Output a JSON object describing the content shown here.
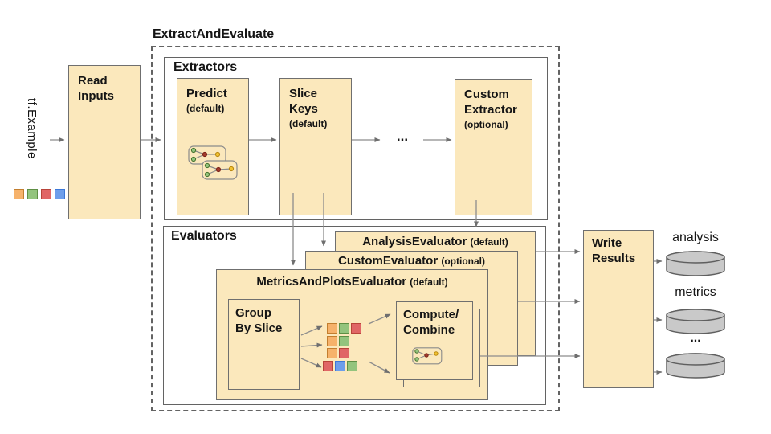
{
  "title": "ExtractAndEvaluate",
  "input": {
    "label": "tf.Example",
    "squares": [
      "orange",
      "green",
      "red",
      "blue"
    ]
  },
  "read_inputs": {
    "line1": "Read",
    "line2": "Inputs"
  },
  "extractors": {
    "label": "Extractors",
    "predict": {
      "name": "Predict",
      "qualifier": "(default)"
    },
    "slice_keys": {
      "line1": "Slice",
      "line2": "Keys",
      "qualifier": "(default)"
    },
    "ellipsis": "...",
    "custom": {
      "line1": "Custom",
      "line2": "Extractor",
      "qualifier": "(optional)"
    }
  },
  "evaluators": {
    "label": "Evaluators",
    "analysis": {
      "name": "AnalysisEvaluator",
      "qualifier": "(default)"
    },
    "custom": {
      "name": "CustomEvaluator",
      "qualifier": "(optional)"
    },
    "metrics_and_plots": {
      "name": "MetricsAndPlotsEvaluator",
      "qualifier": "(default)"
    },
    "group_by_slice": {
      "line1": "Group",
      "line2": "By Slice"
    },
    "slice_rows": [
      [
        "orange",
        "green",
        "red"
      ],
      [
        "orange",
        "green"
      ],
      [
        "orange",
        "red"
      ],
      [
        "red",
        "blue",
        "green"
      ]
    ],
    "compute_combine": {
      "line1": "Compute/",
      "line2": "Combine"
    }
  },
  "write_results": {
    "line1": "Write",
    "line2": "Results"
  },
  "outputs": [
    {
      "label": "analysis"
    },
    {
      "label": "metrics"
    },
    {
      "label": "..."
    }
  ],
  "palette": {
    "orange": {
      "fill": "#F6B26B",
      "border": "#C27E2F"
    },
    "green": {
      "fill": "#93C47D",
      "border": "#5E8F45"
    },
    "red": {
      "fill": "#E06666",
      "border": "#B8443A"
    },
    "blue": {
      "fill": "#6D9EEB",
      "border": "#3C78D8"
    }
  },
  "icon": {
    "node_green": "#93C47D",
    "node_green_border": "#44702C",
    "node_red": "#A33B2D",
    "node_red_border": "#7A2117",
    "node_yellow": "#F1C232",
    "node_yellow_border": "#B8860B",
    "wire": "#8A8A8A"
  },
  "colors": {
    "box_fill": "#FBE8BC",
    "box_border": "#6F6F6F",
    "container_border": "#636363",
    "arrow": "#8C8C8C",
    "arrowhead": "#6F6F6F",
    "text": "#151515",
    "cylinder_fill": "#C9C9C9",
    "cylinder_border": "#5F5F5F"
  }
}
